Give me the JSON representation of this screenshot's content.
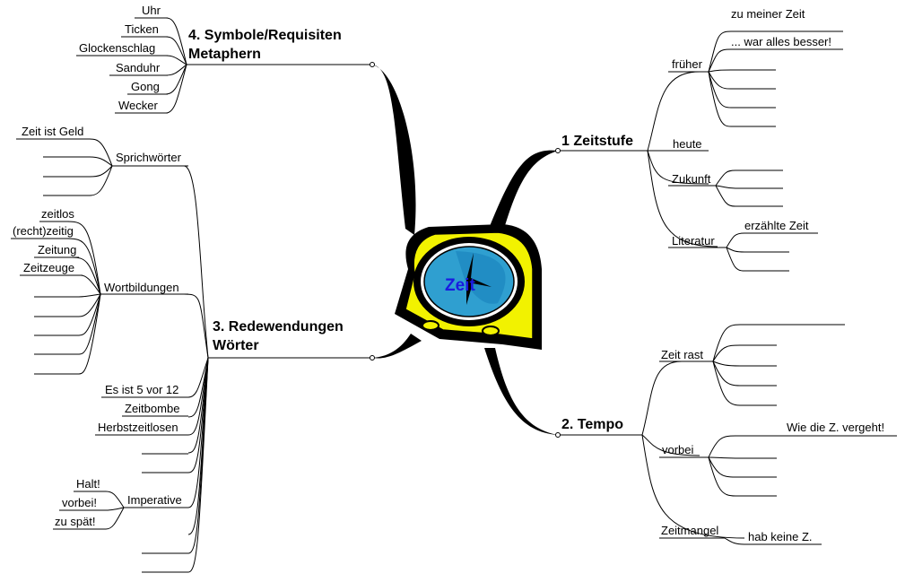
{
  "center": {
    "label": "Zeit"
  },
  "branches": {
    "zeitstufe": {
      "title": "1 Zeitstufe",
      "frueher": {
        "label": "früher",
        "items": [
          "zu meiner Zeit",
          "... war alles besser!"
        ]
      },
      "heute": {
        "label": "heute"
      },
      "zukunft": {
        "label": "Zukunft"
      },
      "literatur": {
        "label": "Literatur",
        "items": [
          "erzählte Zeit"
        ]
      }
    },
    "tempo": {
      "title": "2. Tempo",
      "zeitrast": {
        "label": "Zeit rast"
      },
      "vorbei": {
        "label": "vorbei",
        "items": [
          "Wie die Z. vergeht!"
        ]
      },
      "zeitmangel": {
        "label": "Zeitmangel",
        "items": [
          "hab keine Z."
        ]
      }
    },
    "redewendungen": {
      "title_line1": "3. Redewendungen",
      "title_line2": "Wörter",
      "sprichwoerter": {
        "label": "Sprichwörter",
        "items": [
          "Zeit ist Geld"
        ]
      },
      "wortbildungen": {
        "label": "Wortbildungen",
        "items": [
          "zeitlos",
          "(recht)zeitig",
          "Zeitung",
          "Zeitzeuge"
        ]
      },
      "direct": [
        "Es ist 5 vor 12",
        "Zeitbombe",
        "Herbstzeitlosen"
      ],
      "imperative": {
        "label": "Imperative",
        "items": [
          "Halt!",
          "vorbei!",
          "zu spät!"
        ]
      }
    },
    "symbole": {
      "title_line1": "4. Symbole/Requisiten",
      "title_line2": "Metaphern",
      "items": [
        "Uhr",
        "Ticken",
        "Glockenschlag",
        "Sanduhr",
        "Gong",
        "Wecker"
      ]
    }
  }
}
